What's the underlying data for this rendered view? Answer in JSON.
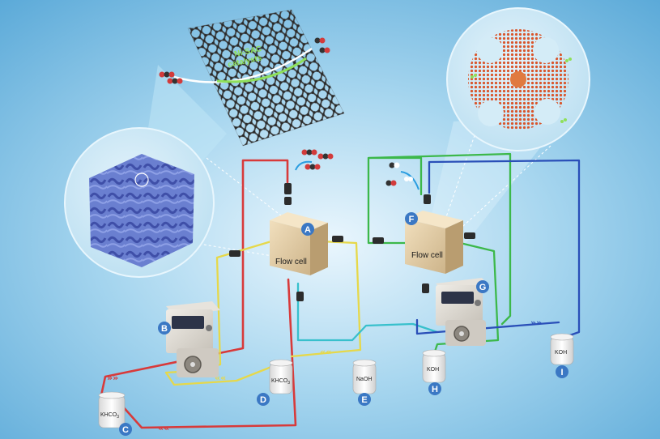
{
  "catalyst_label": {
    "line1": "Ni-SAC",
    "line2": "catalysts"
  },
  "cells": {
    "a": {
      "letter": "A",
      "name": "Flow cell"
    },
    "f": {
      "letter": "F",
      "name": "Flow cell"
    }
  },
  "pumps": {
    "b": "B",
    "g": "G"
  },
  "bottles": {
    "c": {
      "letter": "C",
      "label": "KHCO",
      "sub": "3"
    },
    "d": {
      "letter": "D",
      "label": "KHCO",
      "sub": "3"
    },
    "e": {
      "letter": "E",
      "label": "NaOH"
    },
    "h": {
      "letter": "H",
      "label": "KOH"
    },
    "i": {
      "letter": "I",
      "label": "KOH"
    }
  },
  "colors": {
    "background": "#7cc0e4",
    "red_line": "#d83a3a",
    "yellow_line": "#e6d84a",
    "cyan_line": "#38c0cc",
    "green_line": "#3cb84a",
    "blue_line": "#2a4fb8",
    "badge": "#3b78c4",
    "cell_body": "#e6cfa6",
    "graphene": "#333333",
    "accent_green": "#8fe05a"
  },
  "icons": [
    "co2-molecule-icon",
    "co-molecule-icon",
    "o2-molecule-icon"
  ]
}
